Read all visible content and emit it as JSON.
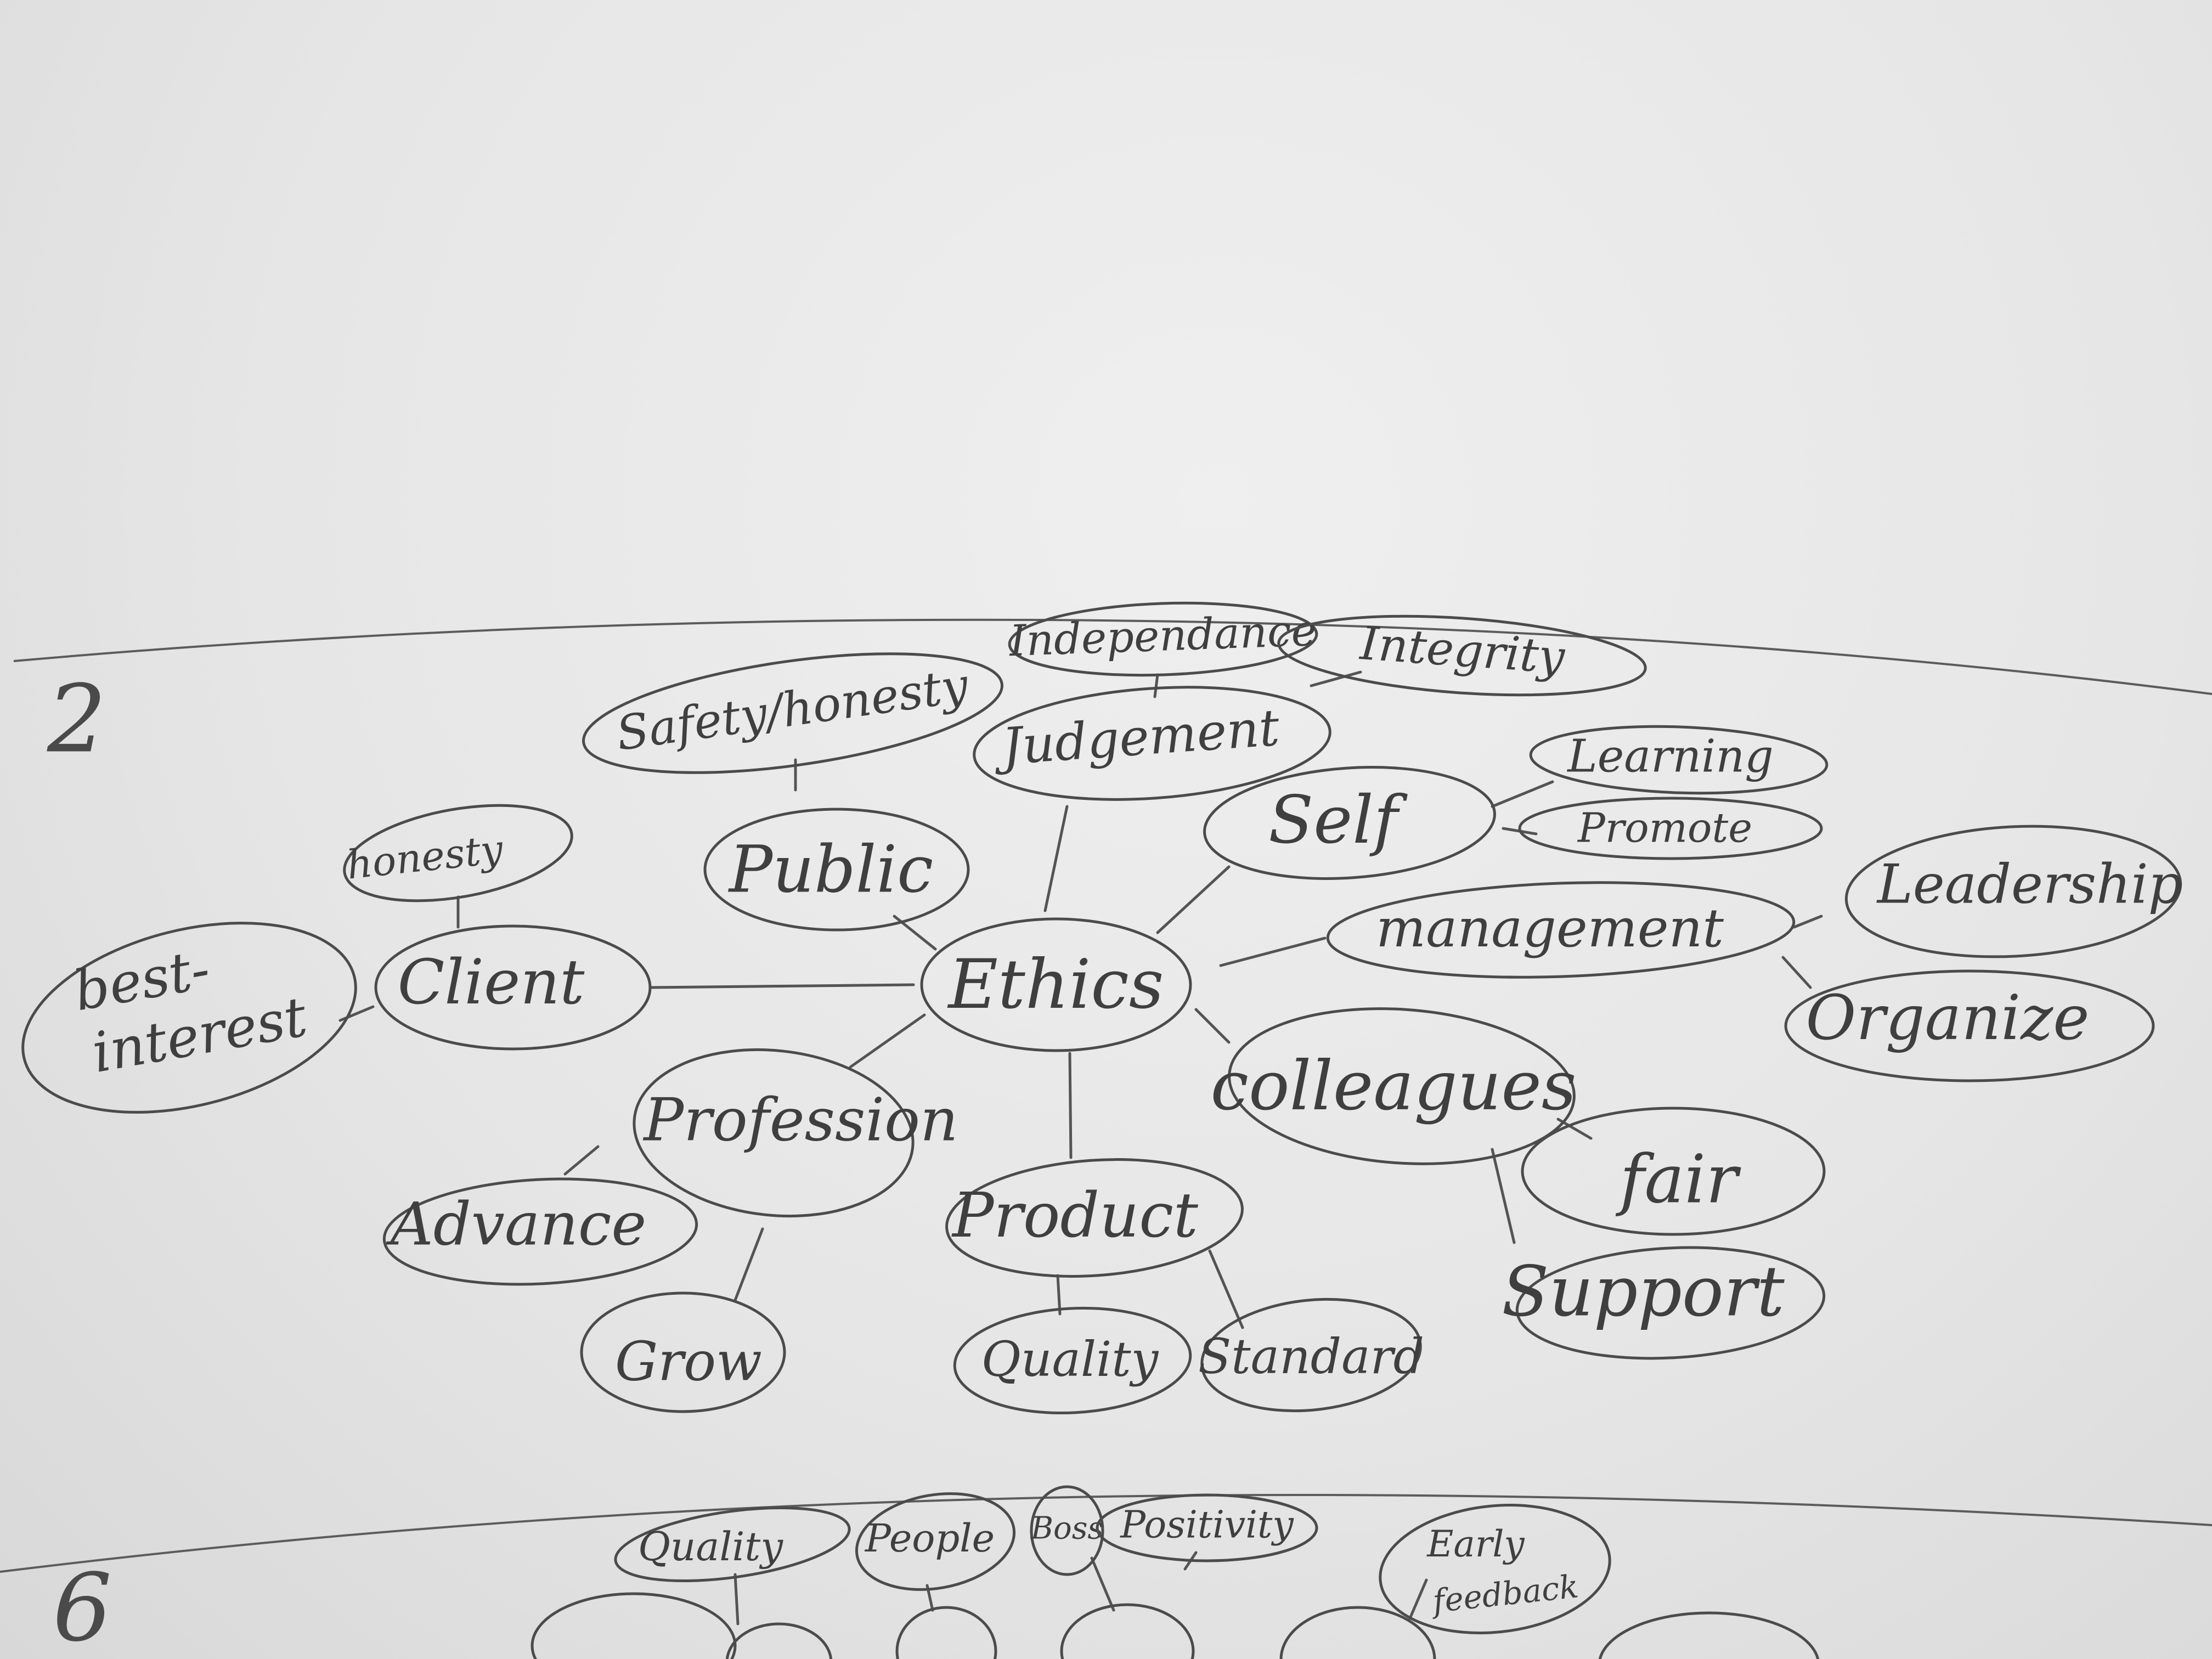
{
  "section_numbers": {
    "upper": "2",
    "lower": "6"
  },
  "mindmap_upper": {
    "center": "Ethics",
    "nodes": {
      "independance": "Independance",
      "integrity": "Integrity",
      "safety_honesty": "Safety/honesty",
      "judgement": "Judgement",
      "learning": "Learning",
      "self": "Self",
      "promote": "Promote",
      "honesty": "honesty",
      "public": "Public",
      "leadership": "Leadership",
      "management": "management",
      "best_interest_1": "best-",
      "best_interest_2": "interest",
      "client": "Client",
      "organize": "Organize",
      "profession": "Profession",
      "colleagues": "colleagues",
      "fair": "fair",
      "advance": "Advance",
      "product": "Product",
      "support": "Support",
      "grow": "Grow",
      "quality": "Quality",
      "standard": "Standard"
    }
  },
  "mindmap_lower": {
    "nodes": {
      "quality": "Quality",
      "people": "People",
      "boss": "Boss",
      "positivity": "Positivity",
      "early_feedback_1": "Early",
      "early_feedback_2": "feedback"
    }
  }
}
